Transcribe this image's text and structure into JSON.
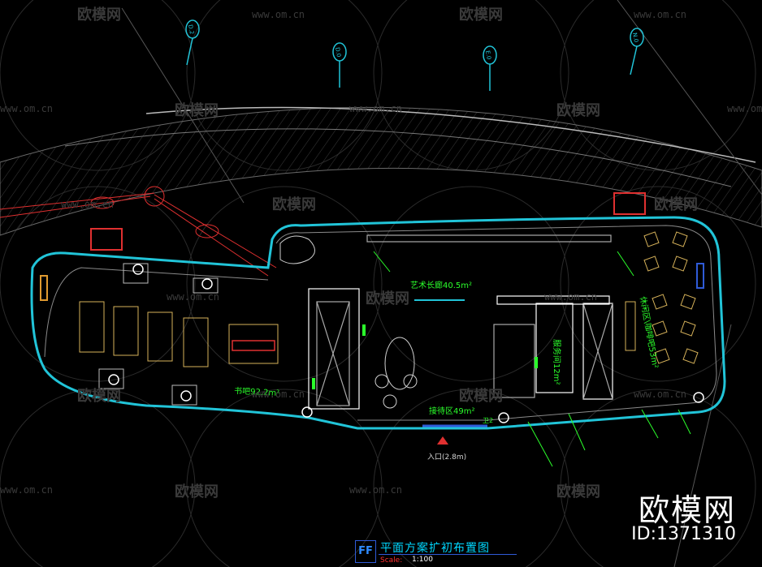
{
  "drawing": {
    "title": "平面方案扩初布置图",
    "code": "FF",
    "scale_label": "Scale:",
    "scale_value": "1:100"
  },
  "rooms": {
    "gallery": "艺术长廊40.5m²",
    "bar": "书吧92.2m²",
    "reception": "接待区49m²",
    "service": "服务间12m²",
    "lounge": "休闲区\\咖啡吧53m²",
    "entrance": "入口(2.8m)",
    "toilet": "卫2"
  },
  "gridmarks": [
    "D.2",
    "D.0",
    "E.0",
    "N.0"
  ],
  "watermarks": {
    "brand": "欧模网",
    "url": "www.om.cn"
  },
  "brand": {
    "name": "欧模网",
    "id": "ID:1371310"
  },
  "colors": {
    "wall": "#21c4d8",
    "green_text": "#2bff2b",
    "furniture": "#d6b25a",
    "red_marker": "#e03030",
    "title": "#00d7ff"
  }
}
